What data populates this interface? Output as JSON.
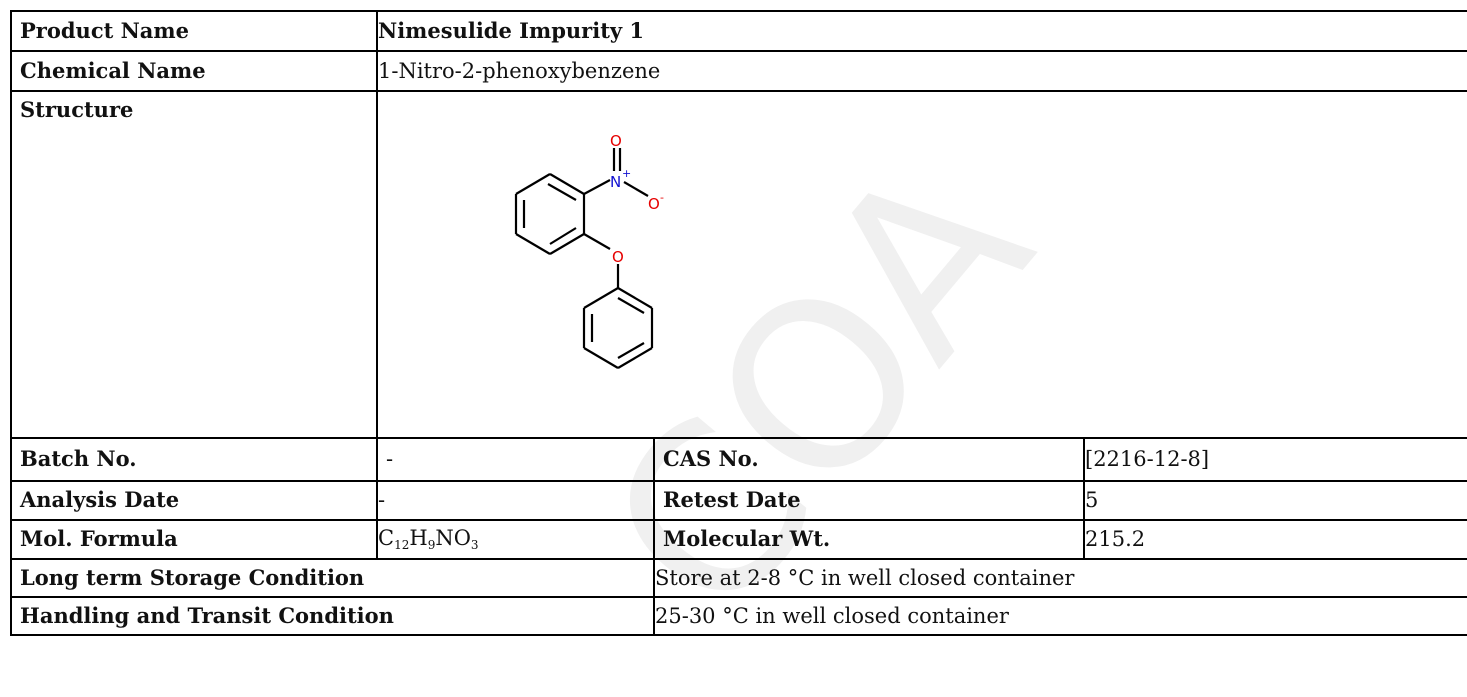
{
  "product_name": {
    "label": "Product Name",
    "value": "Nimesulide Impurity 1"
  },
  "chemical_name": {
    "label": "Chemical Name",
    "value": "1-Nitro-2-phenoxybenzene"
  },
  "structure": {
    "label": "Structure",
    "atoms": {
      "nitrogen": "N",
      "oxygen_double": "O",
      "oxygen_minus": "O",
      "oxygen_ether": "O",
      "plus": "+",
      "minus": "-"
    }
  },
  "batch_no": {
    "label": "Batch No.",
    "value": "-"
  },
  "cas_no": {
    "label": "CAS No.",
    "value": "[2216-12-8]"
  },
  "analysis_date": {
    "label": "Analysis Date",
    "value": "-"
  },
  "retest_date": {
    "label": "Retest Date",
    "value": "5"
  },
  "mol_formula": {
    "label": "Mol. Formula",
    "c": "C",
    "c_count": "12",
    "h": "H",
    "h_count": "9",
    "no": "NO",
    "o_count": "3"
  },
  "molecular_wt": {
    "label": "Molecular Wt.",
    "value": "215.2"
  },
  "storage": {
    "label": "Long term Storage Condition",
    "value": "Store at 2-8 °C in well closed container"
  },
  "handling": {
    "label": "Handling and Transit Condition",
    "value": "25-30 °C in well closed container"
  },
  "watermark": {
    "text": "COA"
  },
  "colors": {
    "oxygen": "#e60000",
    "nitrogen": "#1010d0",
    "watermark": "#f0f0f0"
  }
}
